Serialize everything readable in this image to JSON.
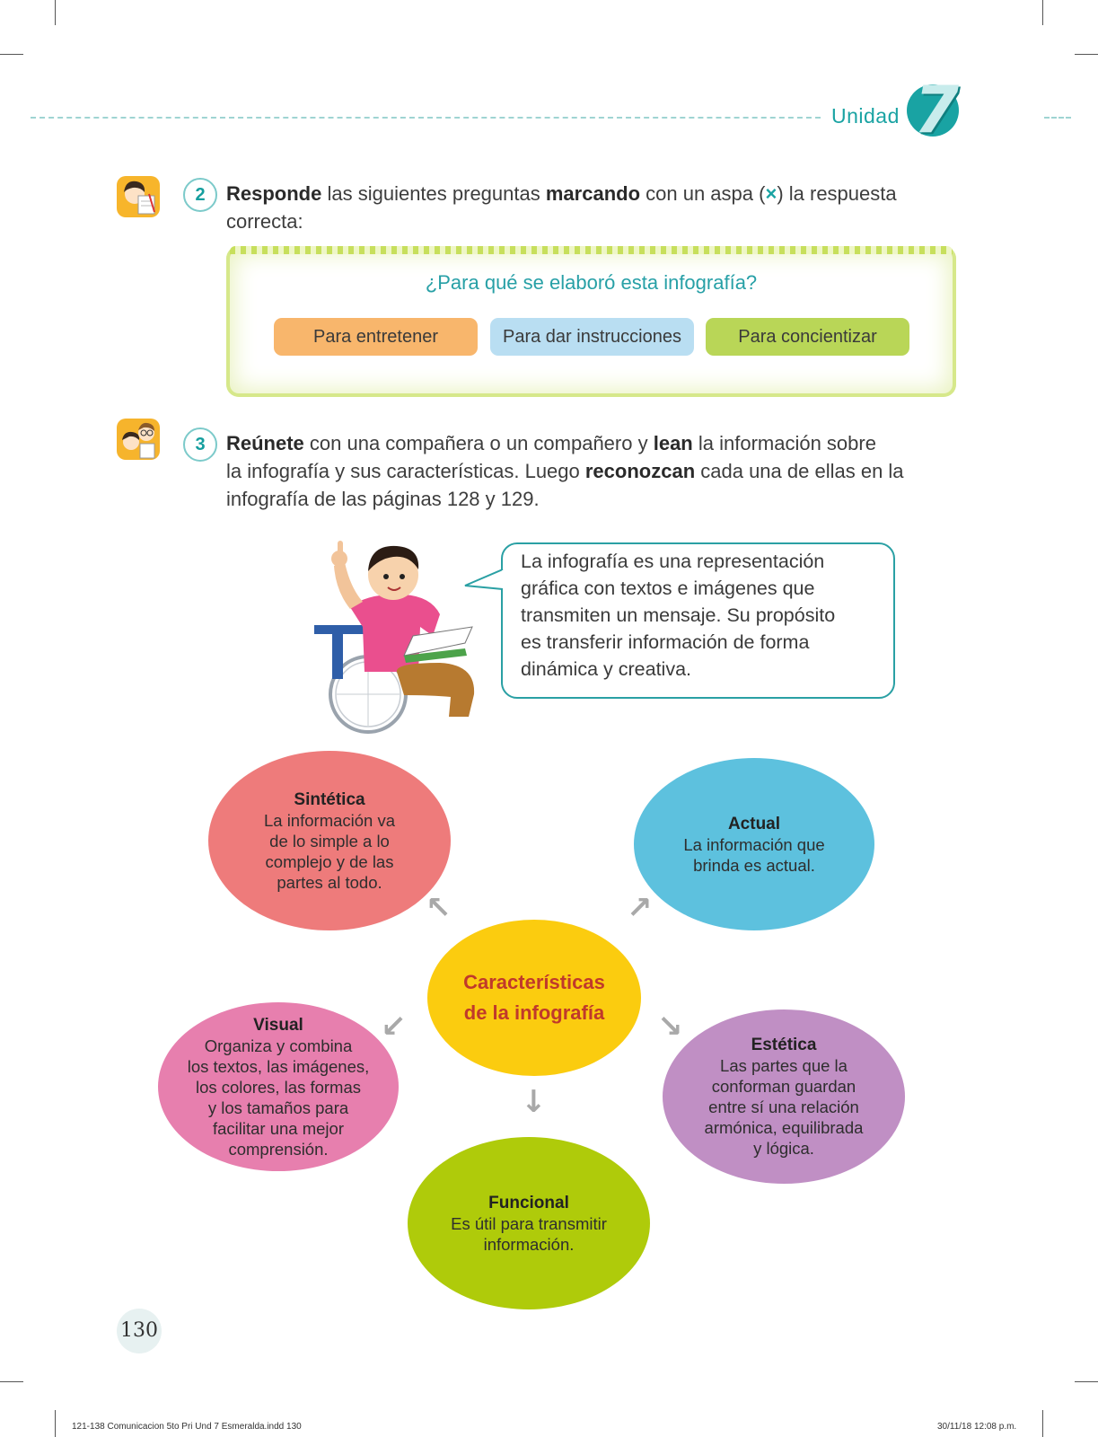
{
  "header": {
    "unit_label": "Unidad",
    "unit_number": "7"
  },
  "activity2": {
    "number": "2",
    "text_b1": "Responde",
    "text_1": " las siguientes preguntas ",
    "text_b2": "marcando",
    "text_2": " con un aspa (",
    "aspa": "×",
    "text_3": ") la respuesta",
    "text_4": "correcta:",
    "question": "¿Para qué se elaboró esta infografía?",
    "options": [
      "Para entretener",
      "Para dar instrucciones",
      "Para concientizar"
    ],
    "option_colors": [
      "#f8b66c",
      "#b9def2",
      "#b9d657"
    ]
  },
  "activity3": {
    "number": "3",
    "b1": "Reúnete",
    "t1": " con una compañera o un compañero y ",
    "b2": "lean",
    "t2": " la información sobre",
    "t3": "la infografía y sus características. Luego ",
    "b3": "reconozcan",
    "t4": " cada una de ellas en la",
    "t5": "infografía de las páginas 128 y 129."
  },
  "bubble": {
    "lines": [
      "La infografía es una representación",
      "gráfica con textos e imágenes que",
      "transmiten un mensaje. Su propósito",
      "es transferir información de forma",
      "dinámica y creativa."
    ]
  },
  "diagram": {
    "center": {
      "line1": "Características",
      "line2": "de la infografía",
      "color": "#fbcc0f"
    },
    "sintetica": {
      "title": "Sintética",
      "lines": [
        "La información va",
        "de lo simple a lo",
        "complejo y de las",
        "partes al todo."
      ],
      "color": "#ee7b7b"
    },
    "actual": {
      "title": "Actual",
      "lines": [
        "La información que",
        "brinda es actual."
      ],
      "color": "#5dc1de"
    },
    "visual": {
      "title": "Visual",
      "lines": [
        "Organiza y combina",
        "los textos, las imágenes,",
        "los colores, las formas",
        "y los tamaños para",
        "facilitar una mejor",
        "comprensión."
      ],
      "color": "#e77fae"
    },
    "estetica": {
      "title": "Estética",
      "lines": [
        "Las partes que la",
        "conforman guardan",
        "entre sí una relación",
        "armónica, equilibrada",
        "y lógica."
      ],
      "color": "#c08fc4"
    },
    "funcional": {
      "title": "Funcional",
      "lines": [
        "Es útil para transmitir",
        "información."
      ],
      "color": "#afcb0a"
    }
  },
  "page_number": "130",
  "footer": {
    "left": "121-138 Comunicacion 5to Pri Und 7 Esmeralda.indd   130",
    "right": "30/11/18   12:08 p.m."
  }
}
